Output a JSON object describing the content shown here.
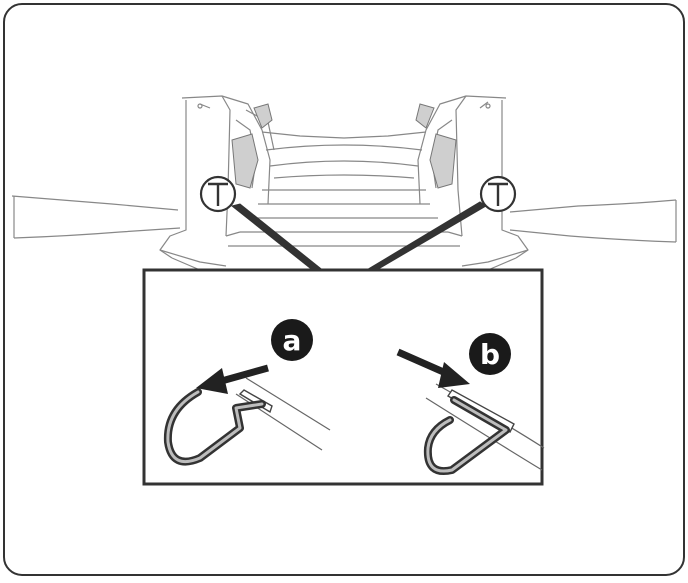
{
  "colors": {
    "stroke": "#333333",
    "light_stroke": "#888888",
    "badge_fill": "#1a1a1a",
    "badge_text": "#ffffff",
    "background": "#ffffff"
  },
  "callouts": [
    {
      "id": "a",
      "label": "a",
      "icon": "arrow-left-down-icon",
      "meaning": "pull-out"
    },
    {
      "id": "b",
      "label": "b",
      "icon": "arrow-right-down-icon",
      "meaning": "push-in"
    }
  ],
  "hooks": [
    {
      "icon": "clip-hook-icon",
      "state": "detached"
    },
    {
      "icon": "clip-hook-icon",
      "state": "attached"
    }
  ],
  "markers": [
    {
      "icon": "clip-location-marker-icon",
      "side": "left"
    },
    {
      "icon": "clip-location-marker-icon",
      "side": "right"
    }
  ]
}
